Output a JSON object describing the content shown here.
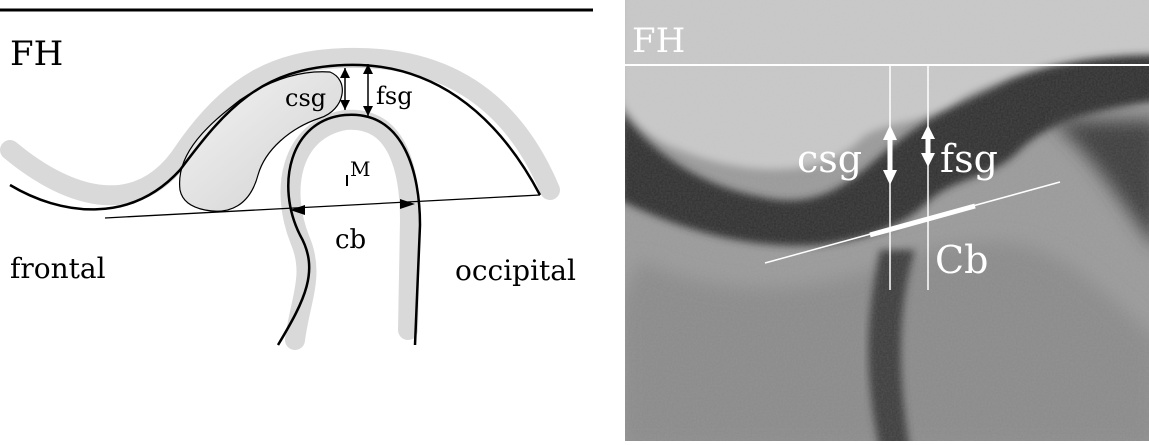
{
  "diagram": {
    "fh_label": "FH",
    "csg_label": "csg",
    "fsg_label": "fsg",
    "m_label": "M",
    "cb_label": "cb",
    "frontal_label": "frontal",
    "occipital_label": "occipital"
  },
  "mri_panel": {
    "fh_label": "FH",
    "csg_label": "csg",
    "fsg_label": "fsg",
    "cb_label": "Cb"
  },
  "colors": {
    "line": "#000000",
    "shading": "#d9d9d9",
    "overlay": "#ffffff"
  }
}
